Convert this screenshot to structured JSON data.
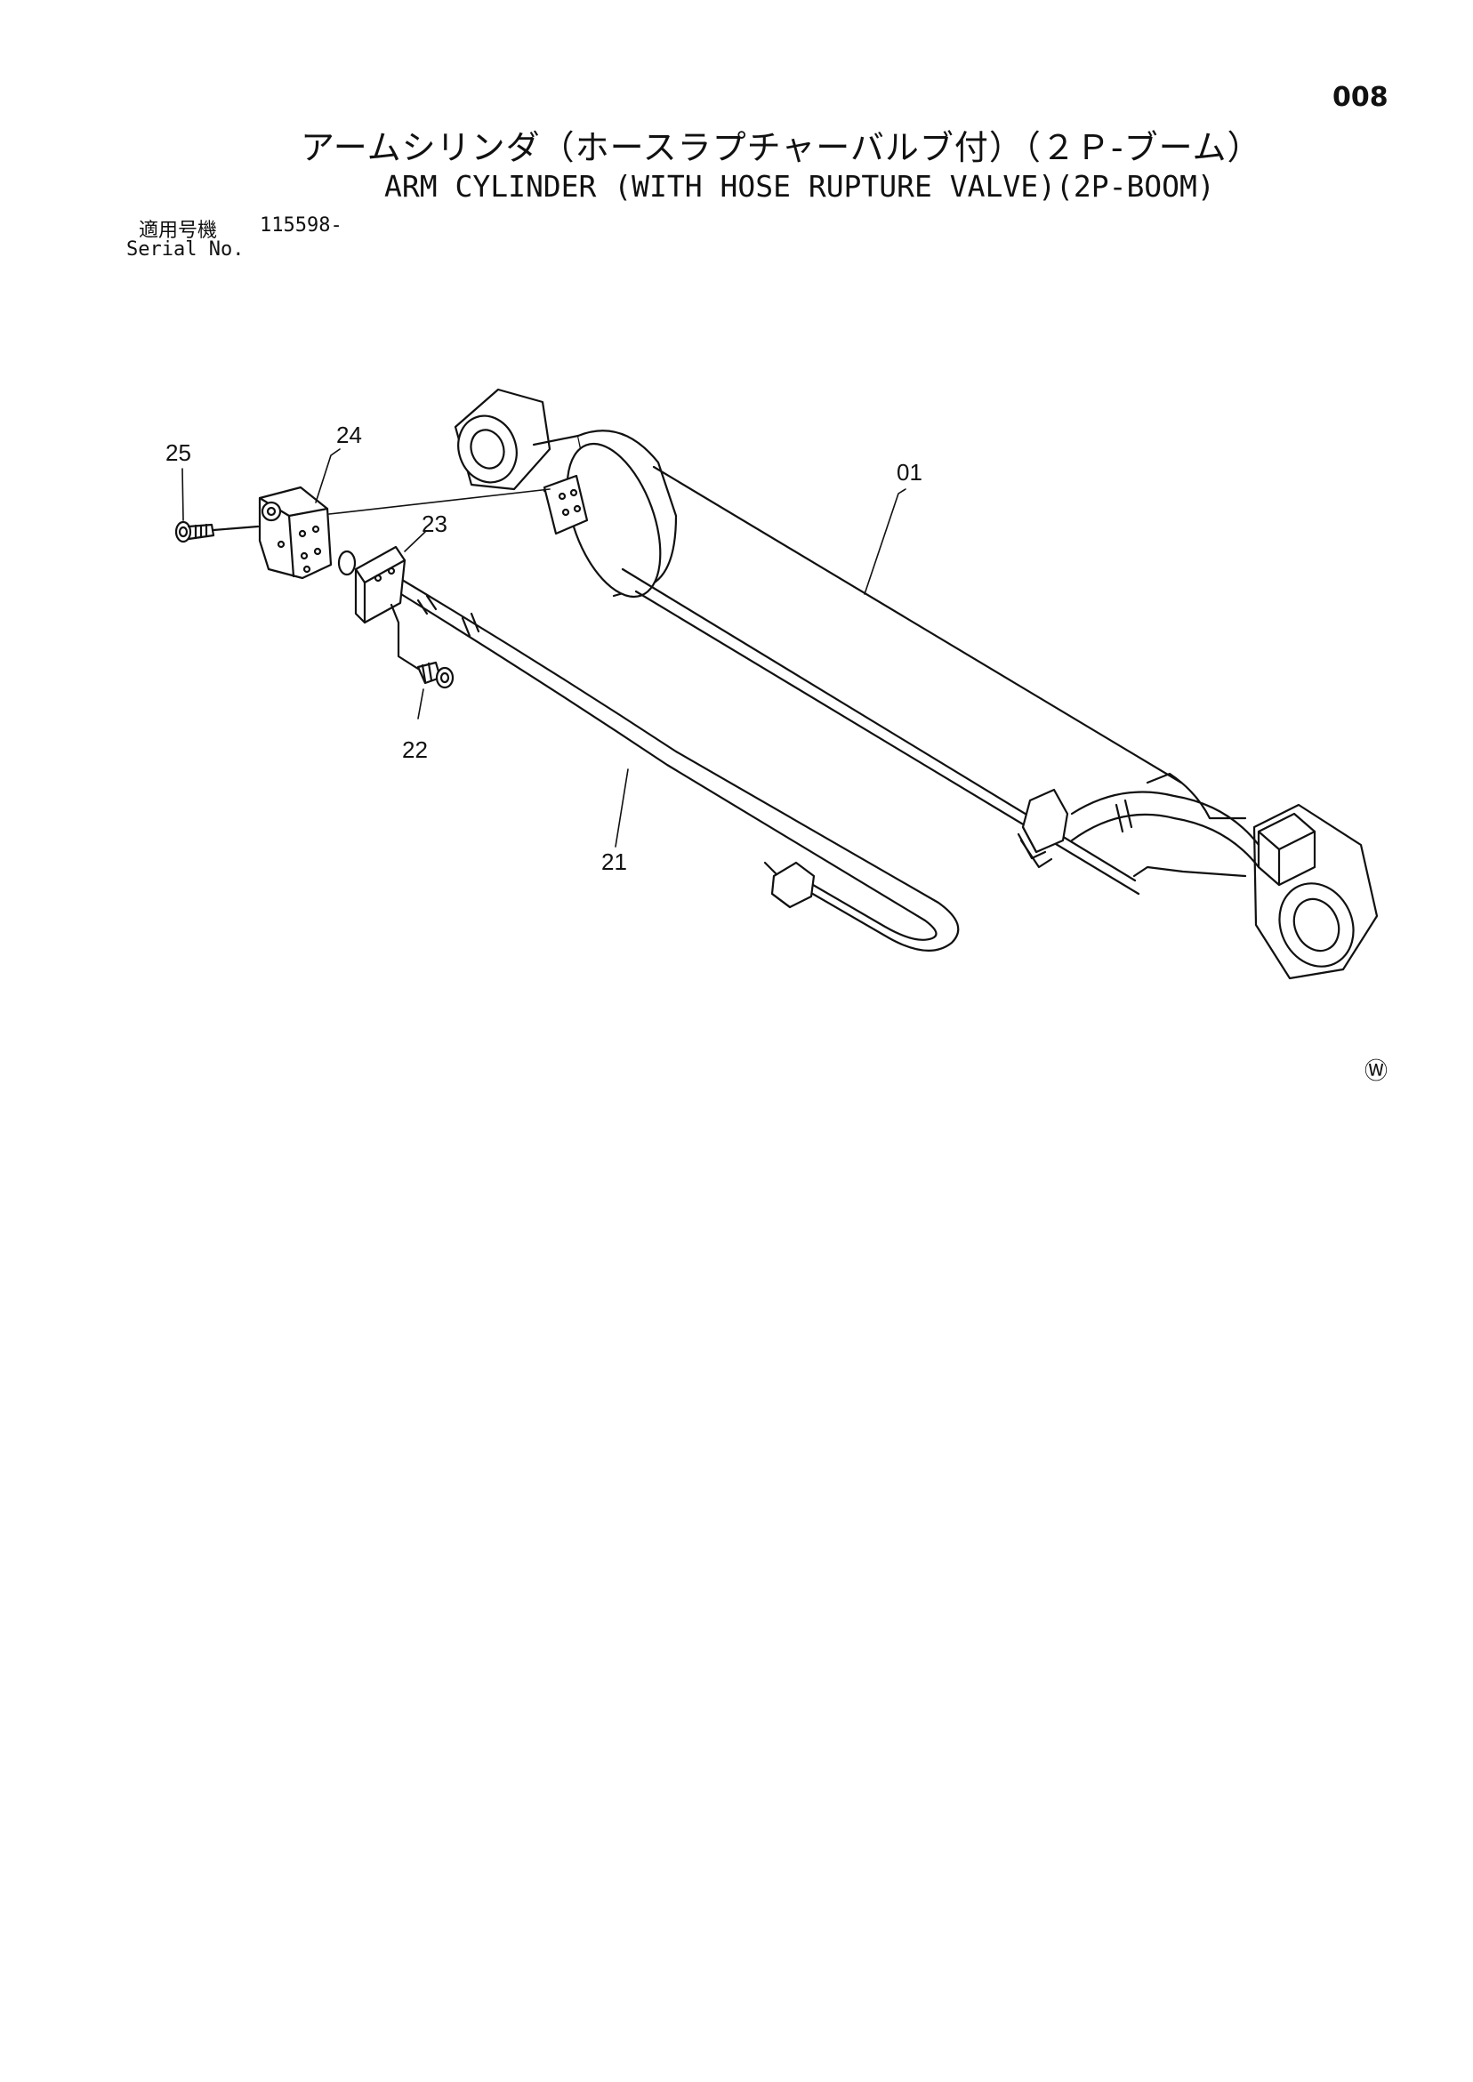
{
  "page_number": "008",
  "title_jp": "アームシリンダ（ホースラプチャーバルブ付）（２Ｐ-ブーム）",
  "title_en": "ARM CYLINDER (WITH HOSE RUPTURE VALVE)(2P-BOOM)",
  "serial": {
    "label_jp": "適用号機",
    "label_en": "Serial No.",
    "value": "115598-"
  },
  "callouts": {
    "c01": "01",
    "c21": "21",
    "c22": "22",
    "c23": "23",
    "c24": "24",
    "c25": "25"
  },
  "mark": "Ⓦ"
}
